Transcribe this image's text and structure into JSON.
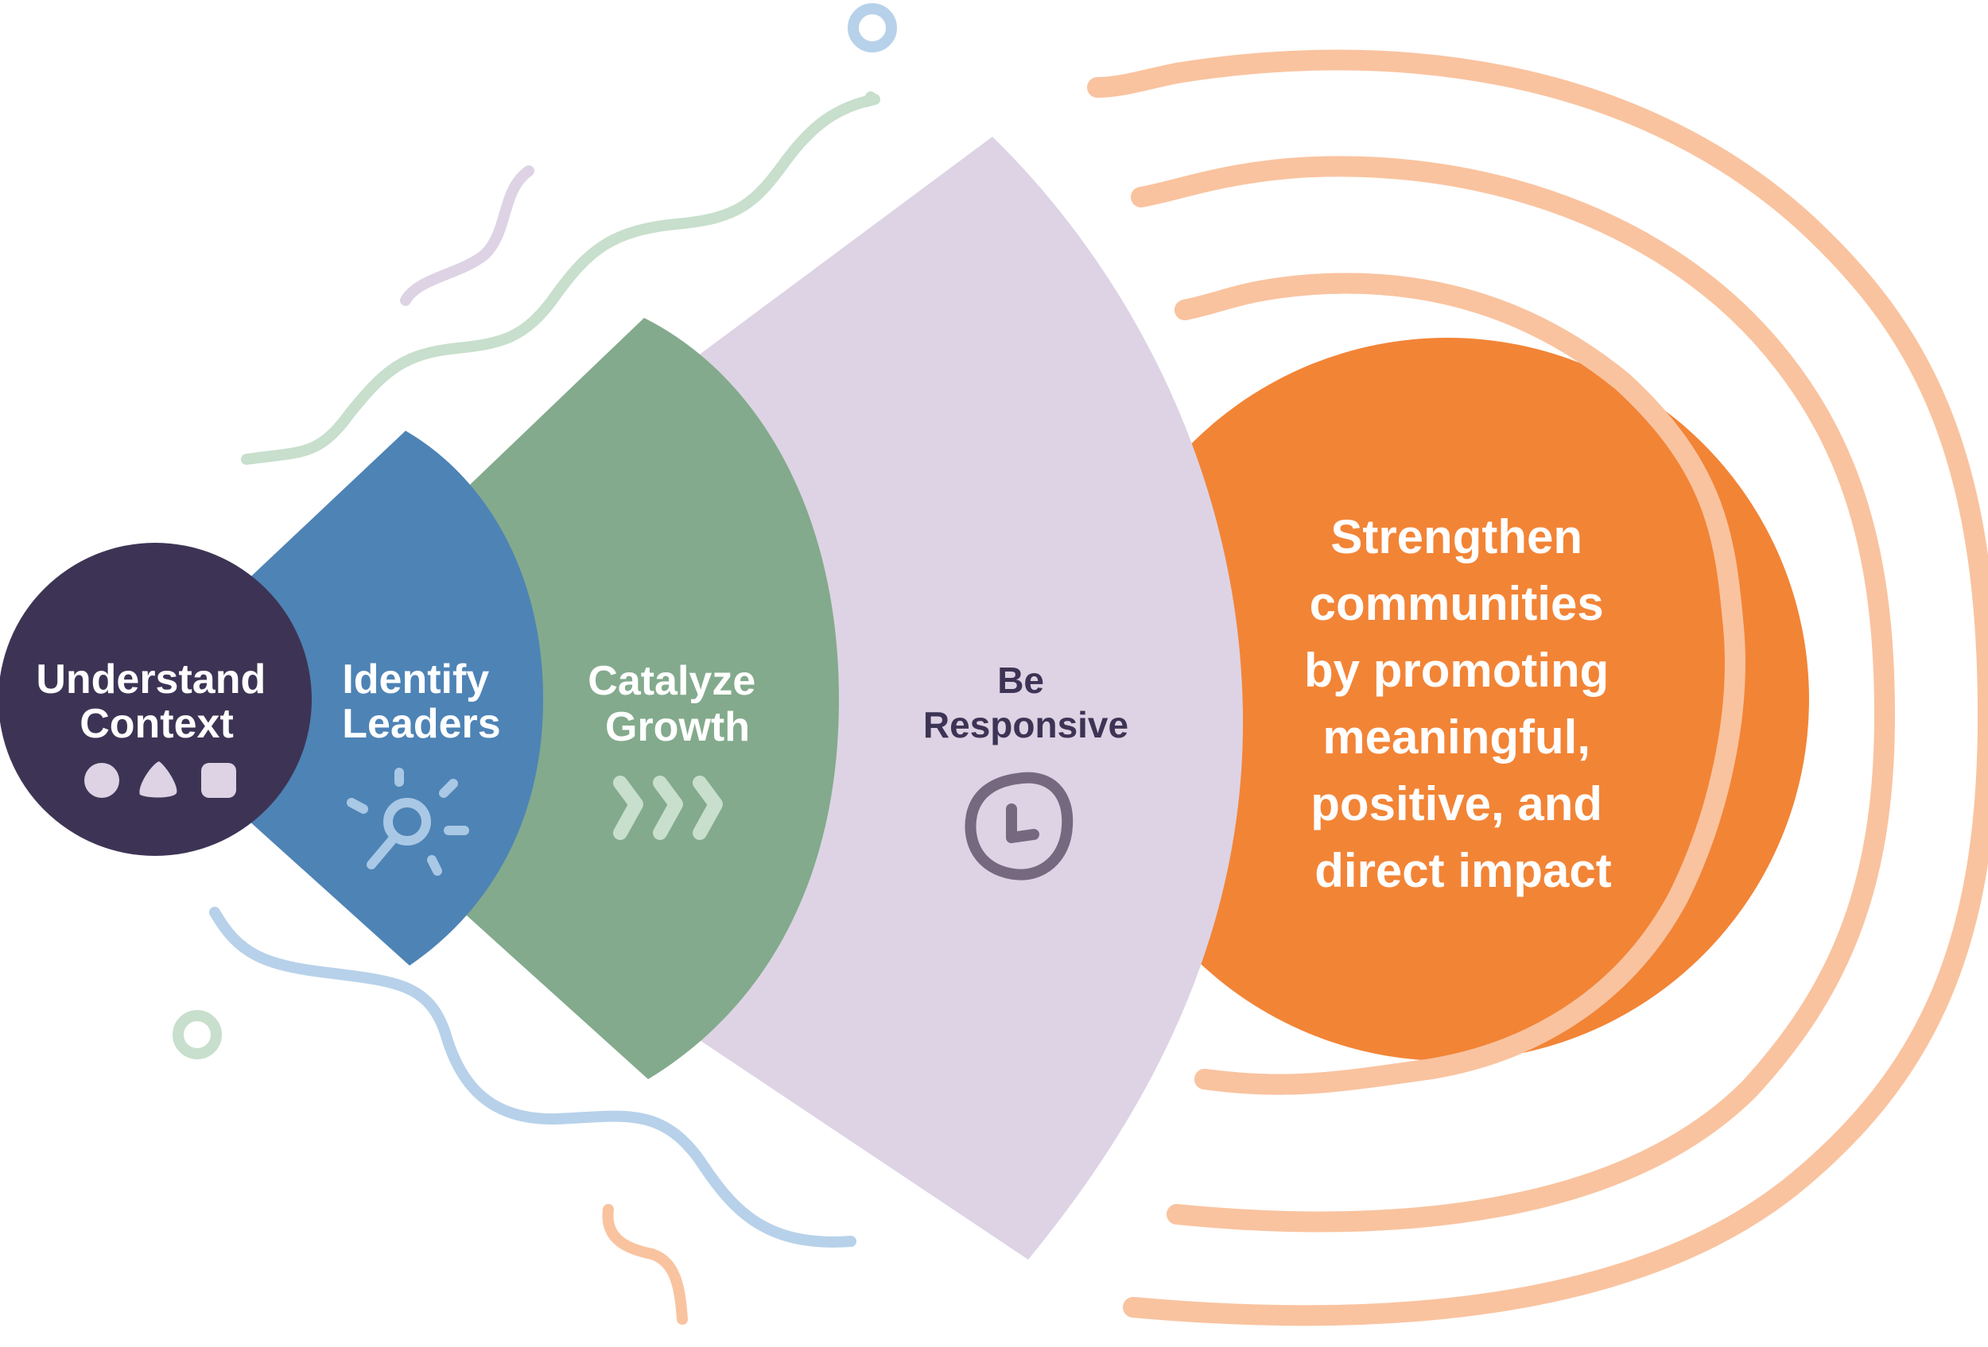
{
  "colors": {
    "background": "#ffffff",
    "understand_circle": "#3d3455",
    "identify_fan": "#4e83b5",
    "catalyze_fan": "#83aa8c",
    "responsive_fan": "#ddd3e4",
    "goal_circle": "#f28436",
    "goal_rings": "#f9c39f",
    "label_light": "#ffffff",
    "label_dark": "#3d3455",
    "icon_lavender": "#ddd3e4",
    "icon_light_blue": "#a9c8e5",
    "icon_light_green": "#c7dfcc",
    "icon_purple": "#76687f",
    "squiggle_green": "#c7dfcc",
    "squiggle_purple": "#ddd3e4",
    "squiggle_blue": "#b7d1ea",
    "squiggle_orange": "#f9c39f"
  },
  "stages": [
    {
      "key": "understand",
      "lines": [
        "Understand",
        "Context"
      ],
      "icon": "shapes-icon"
    },
    {
      "key": "identify",
      "lines": [
        "Identify",
        "Leaders"
      ],
      "icon": "magnifier-sparkle-icon"
    },
    {
      "key": "catalyze",
      "lines": [
        "Catalyze",
        "Growth"
      ],
      "icon": "chevrons-right-icon"
    },
    {
      "key": "responsive",
      "lines": [
        "Be",
        "Responsive"
      ],
      "icon": "clock-icon"
    }
  ],
  "goal": {
    "lines": [
      "Strengthen",
      "communities",
      "by promoting",
      "meaningful,",
      "positive, and",
      "direct impact"
    ]
  }
}
